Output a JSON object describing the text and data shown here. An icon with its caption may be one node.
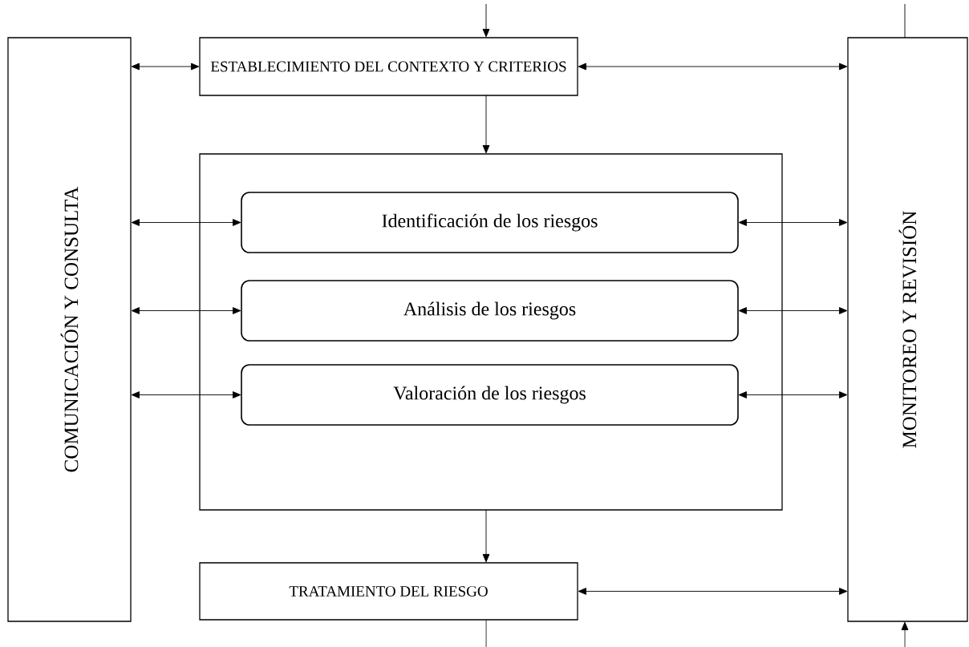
{
  "diagram": {
    "nodes": [
      {
        "text": [
          "COMUNICACIÓN Y CONSULTA"
        ]
      },
      {
        "text": [
          "ESTABLECIMIENTO DEL CONTEXTO Y CRITERIOS"
        ]
      },
      {
        "text": [
          "MONITOREO Y REVISIÓN"
        ]
      },
      {
        "text": [],
        "shape": "box"
      },
      {
        "text": [
          "Identificación de los riesgos"
        ],
        "in": 3
      },
      {
        "text": [
          "Análisis de los riesgos"
        ],
        "in": 3
      },
      {
        "text": [
          "Valoración de los riesgos"
        ],
        "in": 3
      },
      {
        "text": [
          "TRATAMIENTO DEL RIESGO"
        ]
      }
    ],
    "edges": [
      {
        "from": null,
        "to": 1,
        "arrow": "to"
      },
      {
        "from": 1,
        "to": 3,
        "arrow": "to"
      },
      {
        "from": 3,
        "to": 7,
        "arrow": "to"
      },
      {
        "from": 7,
        "to": null,
        "arrow": "none"
      },
      {
        "from": 2,
        "to": null,
        "arrow": "none"
      },
      {
        "from": null,
        "to": 2,
        "arrow": "to"
      },
      {
        "from": 0,
        "to": 1,
        "arrow": "both"
      },
      {
        "from": 1,
        "to": 2,
        "arrow": "both"
      },
      {
        "from": 0,
        "to": 4,
        "arrow": "both"
      },
      {
        "from": 0,
        "to": 5,
        "arrow": "both"
      },
      {
        "from": 0,
        "to": 6,
        "arrow": "both"
      },
      {
        "from": 4,
        "to": 2,
        "arrow": "both"
      },
      {
        "from": 5,
        "to": 2,
        "arrow": "both"
      },
      {
        "from": 6,
        "to": 2,
        "arrow": "both"
      },
      {
        "from": 7,
        "to": 2,
        "arrow": "both"
      }
    ]
  }
}
